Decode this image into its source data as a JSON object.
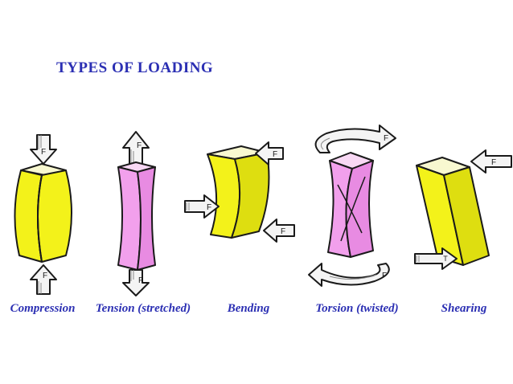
{
  "title": "TYPES OF LOADING",
  "arrow_letter": "F",
  "torque_letter": "F",
  "shear_letter": "T",
  "colors": {
    "title": "#2b2fb3",
    "caption": "#2b2fb3",
    "yellow_face": "#f3f21a",
    "yellow_side": "#dede10",
    "pink_face": "#f2a0ec",
    "pink_side": "#e88be2",
    "arrow_fill": "#f4f4f4",
    "outline": "#1a1a1a"
  },
  "figures": [
    {
      "name": "compression",
      "caption": "Compression",
      "icons": [
        "down-arrow-icon",
        "up-arrow-icon"
      ]
    },
    {
      "name": "tension",
      "caption": "Tension (stretched)",
      "icons": [
        "up-arrow-icon",
        "down-arrow-icon"
      ]
    },
    {
      "name": "bending",
      "caption": "Bending",
      "icons": [
        "left-arrow-icon",
        "right-arrow-icon"
      ]
    },
    {
      "name": "torsion",
      "caption": "Torsion (twisted)",
      "icons": [
        "curved-arrow-icon"
      ]
    },
    {
      "name": "shearing",
      "caption": "Shearing",
      "icons": [
        "left-arrow-icon",
        "right-arrow-icon"
      ]
    }
  ]
}
